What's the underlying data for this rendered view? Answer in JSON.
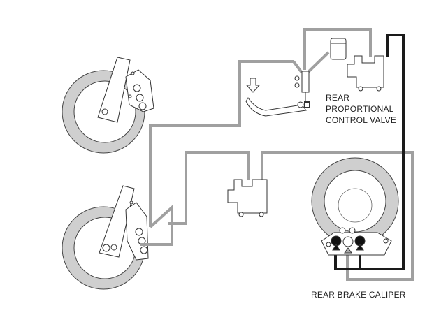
{
  "labels": {
    "rear_pcv": [
      "REAR",
      "PROPORTIONAL",
      "CONTROL VALVE"
    ],
    "rear_caliper": "REAR BRAKE CALIPER"
  },
  "colors": {
    "gray_line": "#a0a0a0",
    "black_line": "#1a1a1a",
    "disc": "#c8c8c8",
    "outline": "#333333"
  }
}
